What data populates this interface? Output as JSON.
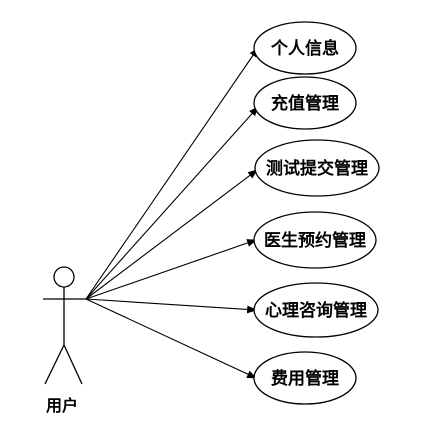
{
  "actor": {
    "label": "用户",
    "icon": "stick-figure-icon"
  },
  "use_cases": [
    {
      "id": "personal-info",
      "label": "个人信息"
    },
    {
      "id": "recharge",
      "label": "充值管理"
    },
    {
      "id": "test-submit",
      "label": "测试提交管理"
    },
    {
      "id": "doctor-appointment",
      "label": "医生预约管理"
    },
    {
      "id": "counseling",
      "label": "心理咨询管理"
    },
    {
      "id": "fees",
      "label": "费用管理"
    }
  ],
  "colors": {
    "stroke": "#000000",
    "background": "#ffffff"
  }
}
